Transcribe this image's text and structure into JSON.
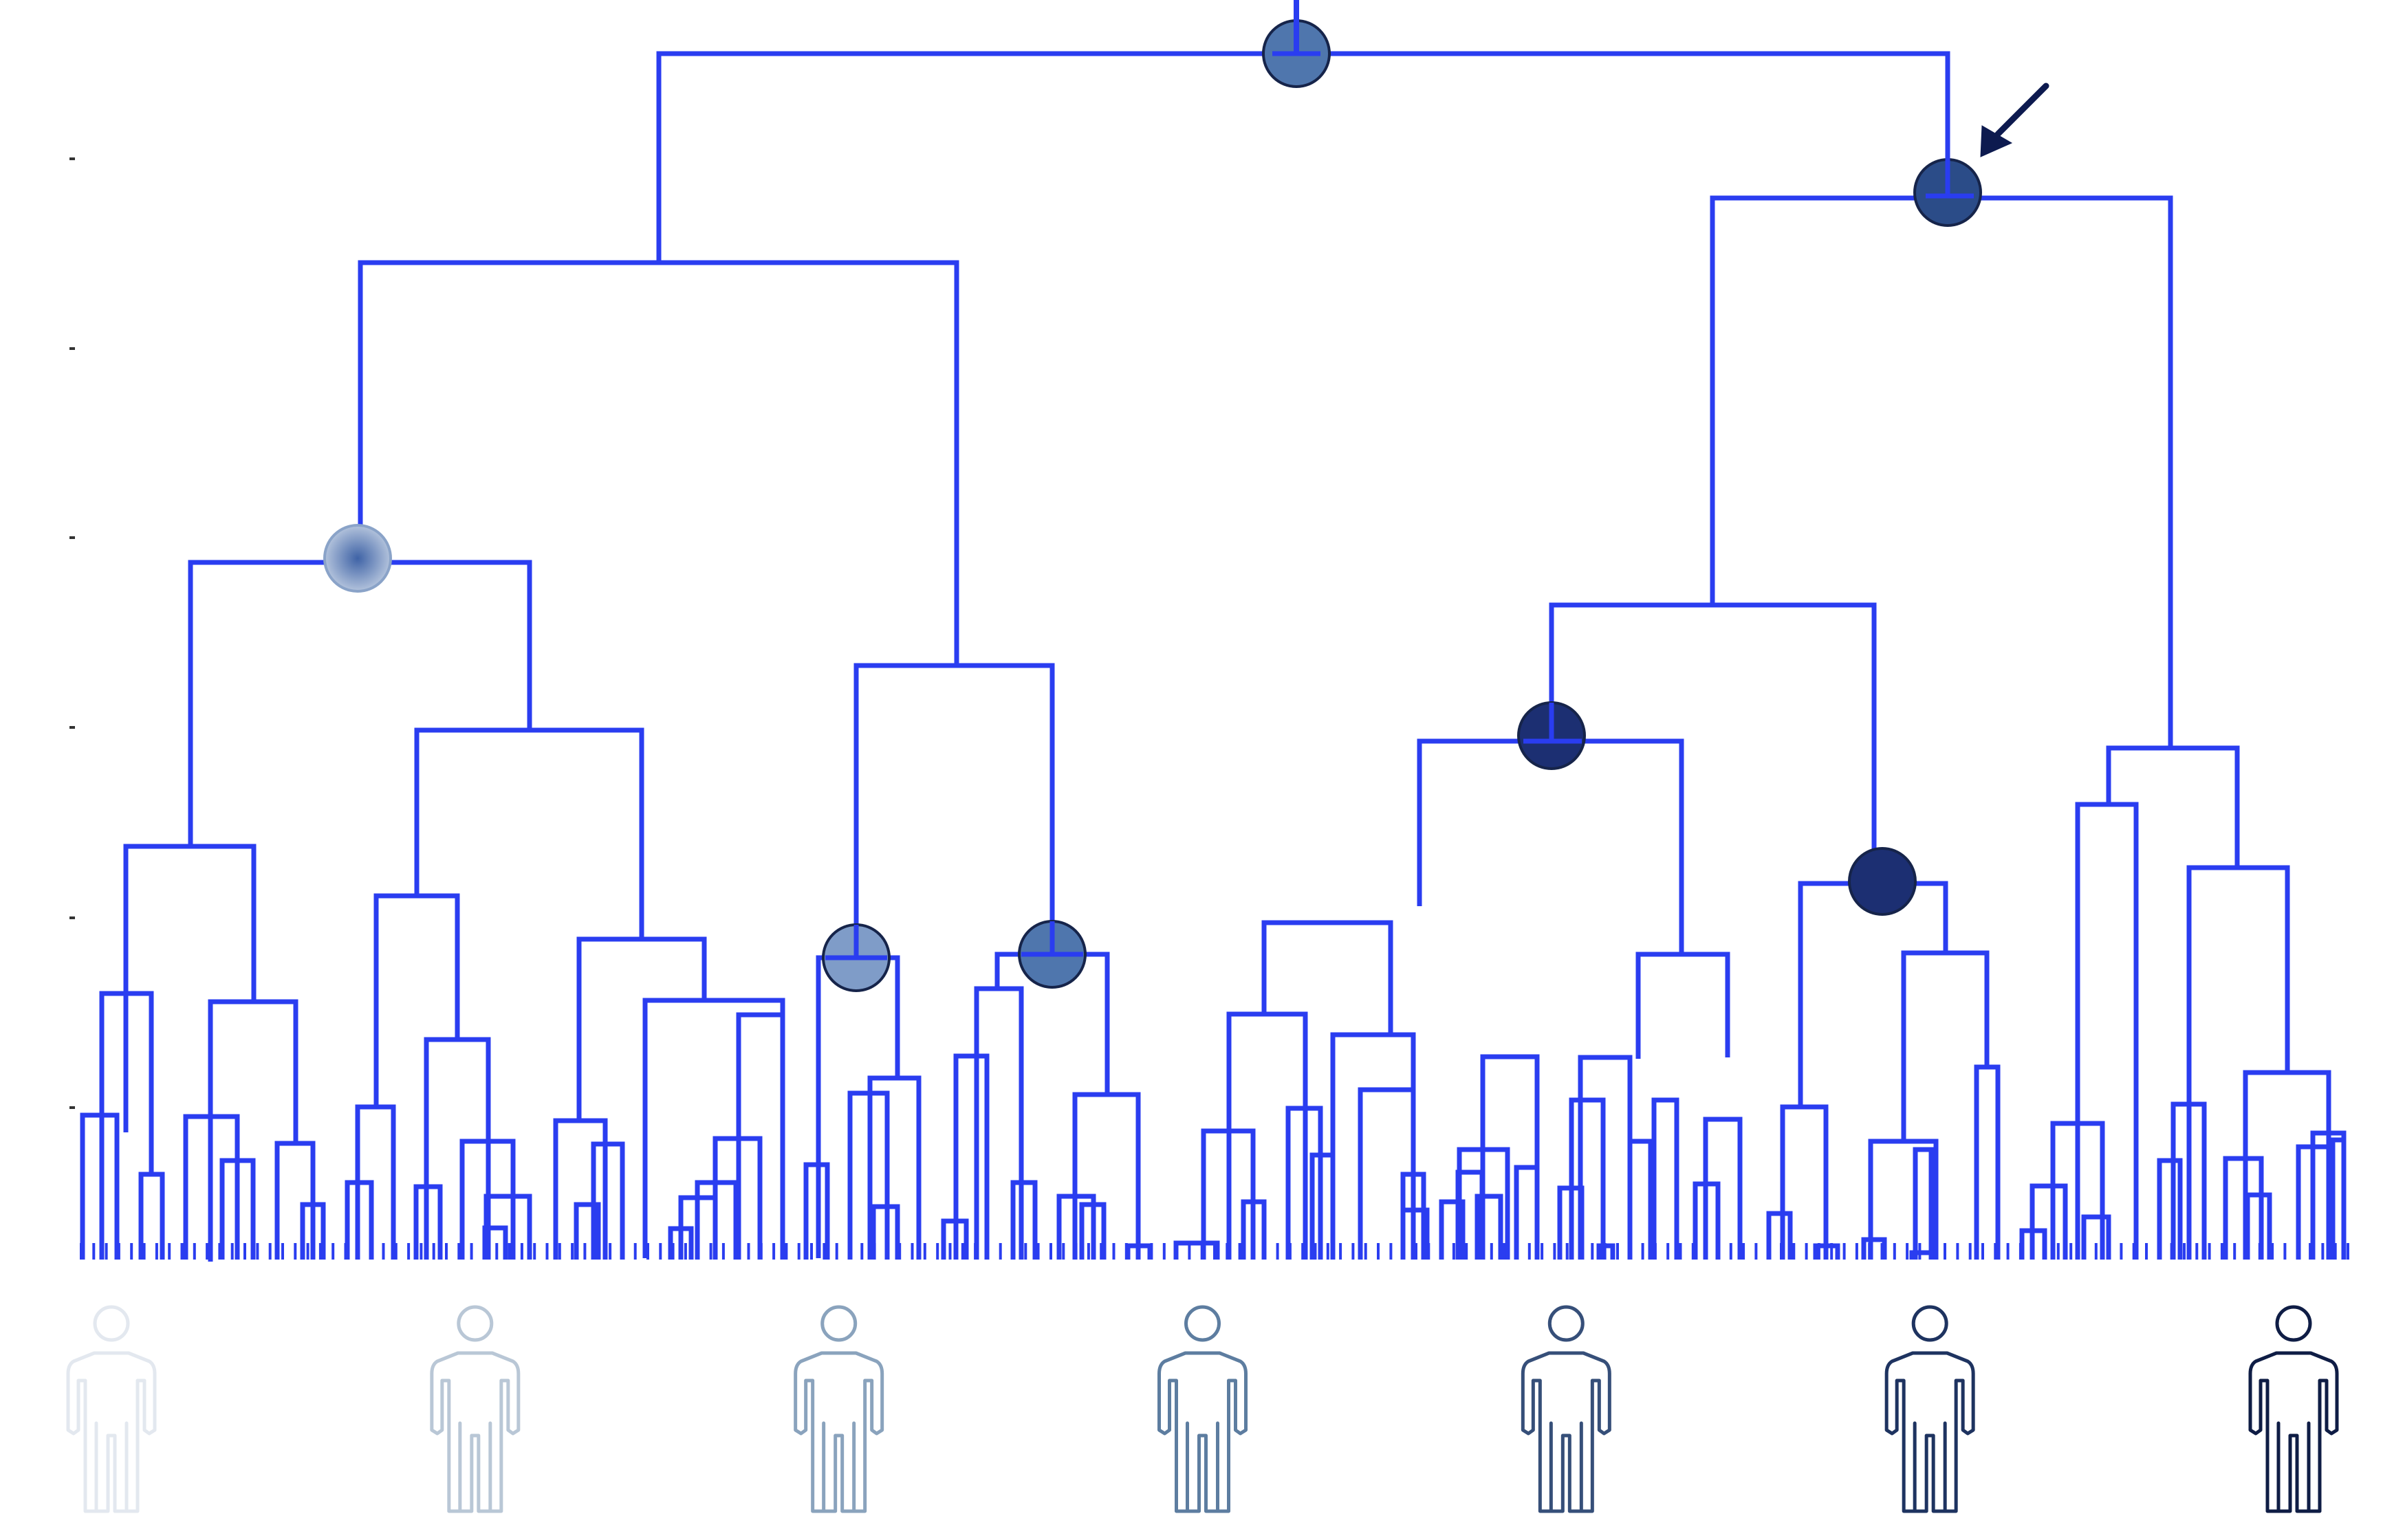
{
  "colors": {
    "tree_line": "#2a3df0",
    "node_fill_light": "#7f9cc8",
    "node_fill_mid": "#4f76ad",
    "node_fill_dark": "#2b4c88",
    "node_fill_darkest": "#1c2f72",
    "node_outline": "#16244a",
    "arrow": "#0d1a4f",
    "tick": "#333333",
    "person_shades": [
      "#e3e8ef",
      "#b9c7d6",
      "#8aa3bd",
      "#5d7da0",
      "#364f79",
      "#1e3360",
      "#0f1d45"
    ]
  },
  "icons": {
    "person": "person-icon",
    "arrow": "arrow-icon",
    "node_marker": "node-marker-icon"
  },
  "highlighted_nodes": [
    {
      "name": "root",
      "shade": "mid"
    },
    {
      "name": "right-branch",
      "shade": "dark",
      "pointed_by_arrow": true
    },
    {
      "name": "left-subcluster",
      "shade": "light-gradient"
    },
    {
      "name": "mid-left-a",
      "shade": "light"
    },
    {
      "name": "mid-left-b",
      "shade": "mid"
    },
    {
      "name": "mid-right-a",
      "shade": "darkest"
    },
    {
      "name": "mid-right-b",
      "shade": "darkest"
    }
  ],
  "people_count": 7
}
